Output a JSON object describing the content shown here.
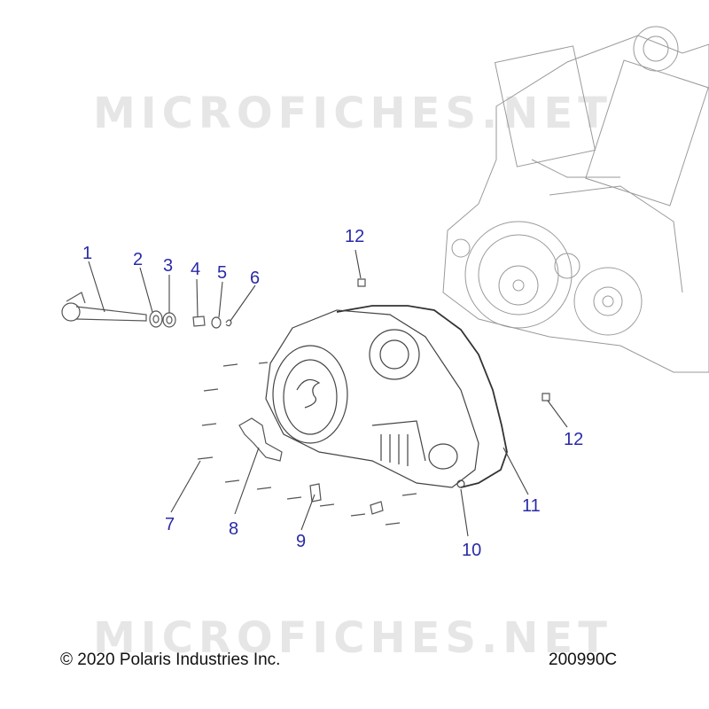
{
  "watermark": "MICROFICHES.NET",
  "callouts": [
    "1",
    "2",
    "3",
    "4",
    "5",
    "6",
    "7",
    "8",
    "9",
    "10",
    "11",
    "12",
    "12"
  ],
  "footer": {
    "copyright": "© 2020 Polaris Industries Inc.",
    "code": "200990C"
  },
  "colors": {
    "callout": "#2a2aa8",
    "line": "#444444",
    "watermark": "#e6e6e6"
  }
}
